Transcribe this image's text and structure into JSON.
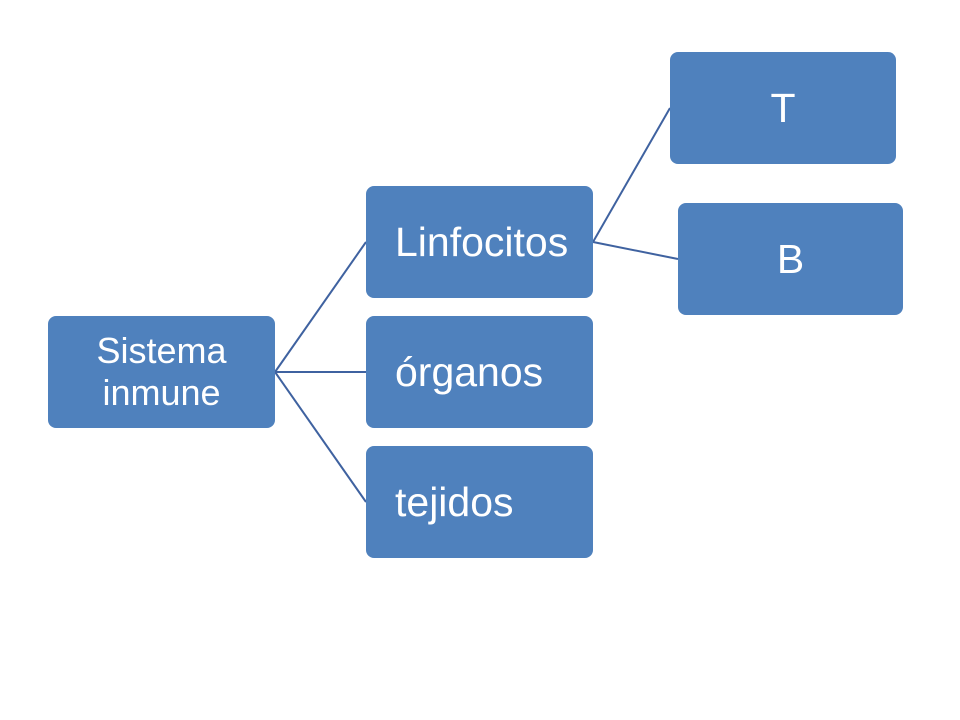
{
  "diagram": {
    "root": {
      "label": "Sistema inmune"
    },
    "children": [
      {
        "label": "Linfocitos",
        "children": [
          {
            "label": "T"
          },
          {
            "label": "B"
          }
        ]
      },
      {
        "label": "órganos"
      },
      {
        "label": "tejidos"
      }
    ]
  },
  "colors": {
    "node_fill": "#4f81bd",
    "connector": "#3f62a0",
    "text": "#ffffff",
    "background": "#ffffff"
  }
}
